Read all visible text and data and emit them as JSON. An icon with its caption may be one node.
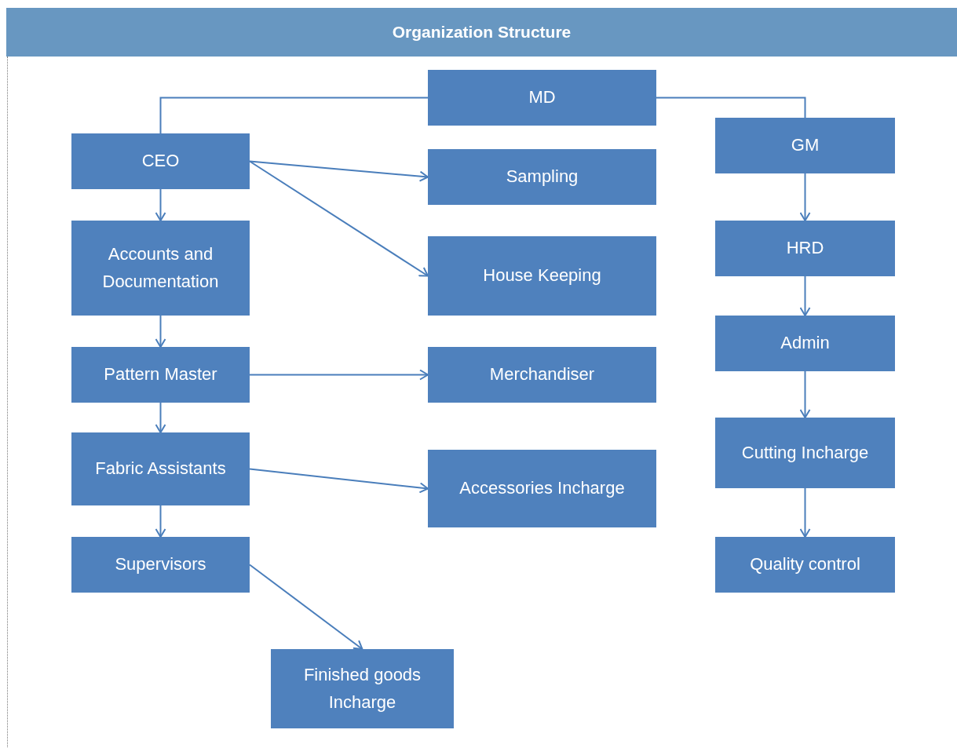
{
  "diagram": {
    "title": "Organization Structure",
    "nodes": [
      {
        "text": [
          "MD"
        ]
      },
      {
        "text": [
          "CEO"
        ]
      },
      {
        "text": [
          "Sampling"
        ]
      },
      {
        "text": [
          "House Keeping"
        ]
      },
      {
        "text": [
          "Accounts and Documentation"
        ]
      },
      {
        "text": [
          "Pattern Master"
        ]
      },
      {
        "text": [
          "Merchandiser"
        ]
      },
      {
        "text": [
          "Fabric Assistants"
        ]
      },
      {
        "text": [
          "Accessories Incharge"
        ]
      },
      {
        "text": [
          "Supervisors"
        ]
      },
      {
        "text": [
          "Finished goods Incharge"
        ]
      },
      {
        "text": [
          "GM"
        ]
      },
      {
        "text": [
          "HRD"
        ]
      },
      {
        "text": [
          "Admin"
        ]
      },
      {
        "text": [
          "Cutting Incharge"
        ]
      },
      {
        "text": [
          "Quality control"
        ]
      }
    ],
    "edges": [
      {
        "from": 0,
        "to": 1,
        "arrow": "none"
      },
      {
        "from": 0,
        "to": 11,
        "arrow": "none"
      },
      {
        "from": 1,
        "to": 2,
        "arrow": "to"
      },
      {
        "from": 1,
        "to": 3,
        "arrow": "to"
      },
      {
        "from": 1,
        "to": 4,
        "arrow": "to"
      },
      {
        "from": 4,
        "to": 5,
        "arrow": "to"
      },
      {
        "from": 5,
        "to": 6,
        "arrow": "to"
      },
      {
        "from": 5,
        "to": 7,
        "arrow": "to"
      },
      {
        "from": 7,
        "to": 8,
        "arrow": "to"
      },
      {
        "from": 7,
        "to": 9,
        "arrow": "to"
      },
      {
        "from": 9,
        "to": 10,
        "arrow": "to"
      },
      {
        "from": 11,
        "to": 12,
        "arrow": "to"
      },
      {
        "from": 12,
        "to": 13,
        "arrow": "to"
      },
      {
        "from": 13,
        "to": 14,
        "arrow": "to"
      },
      {
        "from": 14,
        "to": 15,
        "arrow": "to"
      }
    ]
  }
}
